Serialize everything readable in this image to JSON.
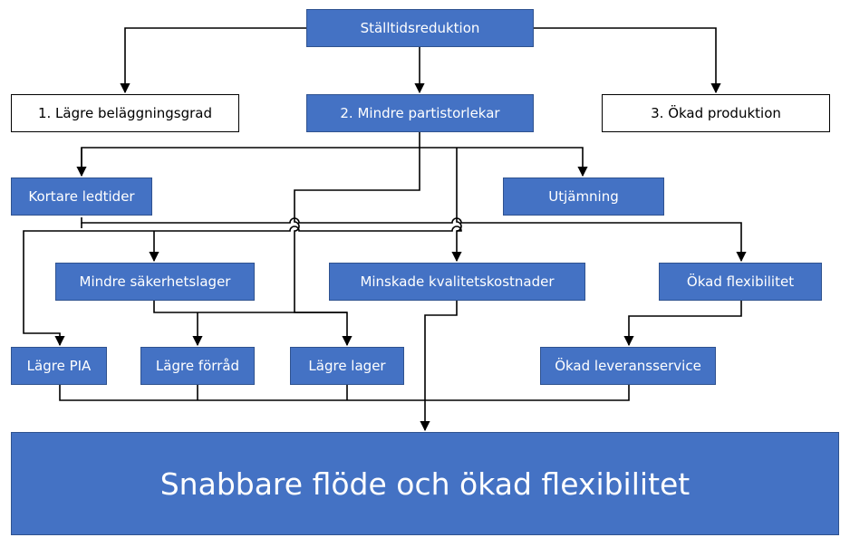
{
  "diagram": {
    "root": "Ställtidsreduktion",
    "level1": {
      "left": "1. Lägre beläggningsgrad",
      "middle": "2. Mindre partistorlekar",
      "right": "3. Ökad produktion"
    },
    "level2": {
      "kortare_ledtider": "Kortare ledtider",
      "utjamning": "Utjämning"
    },
    "level3": {
      "mindre_sakerhetslager": "Mindre säkerhetslager",
      "minskade_kvalitetskostnader": "Minskade kvalitetskostnader",
      "okad_flexibilitet": "Ökad flexibilitet"
    },
    "level4": {
      "lagre_pia": "Lägre PIA",
      "lagre_forrad": "Lägre förråd",
      "lagre_lager": "Lägre lager",
      "okad_leveransservice": "Ökad leveransservice"
    },
    "outcome": "Snabbare flöde och ökad flexibilitet",
    "colors": {
      "box_fill": "#4472c4",
      "box_border": "#2f528f",
      "line": "#000000"
    }
  }
}
